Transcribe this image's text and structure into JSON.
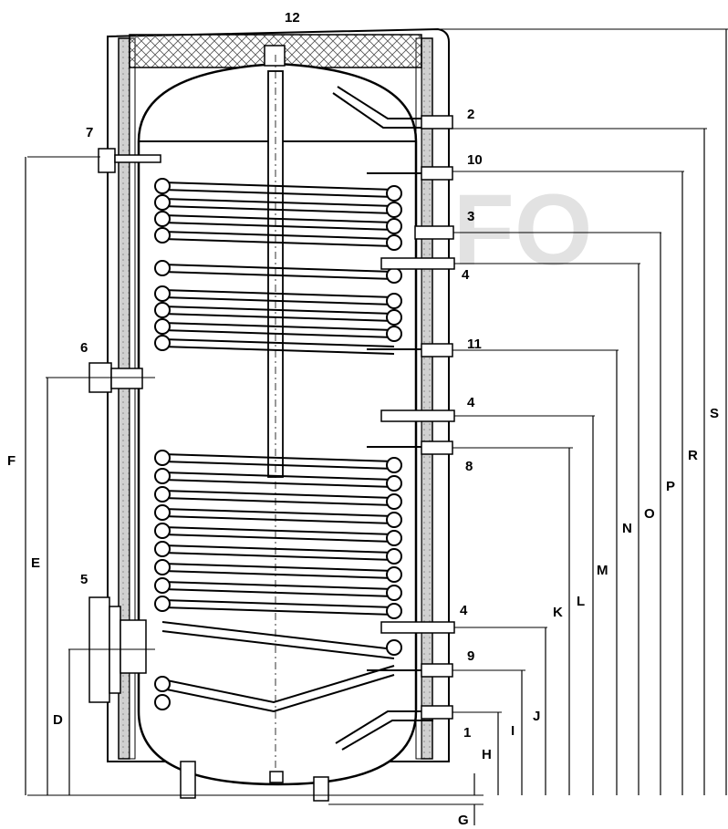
{
  "watermark": "ROMFO",
  "connection_labels": {
    "c1": "1",
    "c2": "2",
    "c3": "3",
    "c4a": "4",
    "c4b": "4",
    "c4c": "4",
    "c5": "5",
    "c6": "6",
    "c7": "7",
    "c8": "8",
    "c9": "9",
    "c10": "10",
    "c11": "11",
    "c12": "12"
  },
  "dimension_labels": {
    "D": "D",
    "E": "E",
    "F": "F",
    "G": "G",
    "H": "H",
    "I": "I",
    "J": "J",
    "K": "K",
    "L": "L",
    "M": "M",
    "N": "N",
    "O": "O",
    "P": "P",
    "R": "R",
    "S": "S"
  }
}
